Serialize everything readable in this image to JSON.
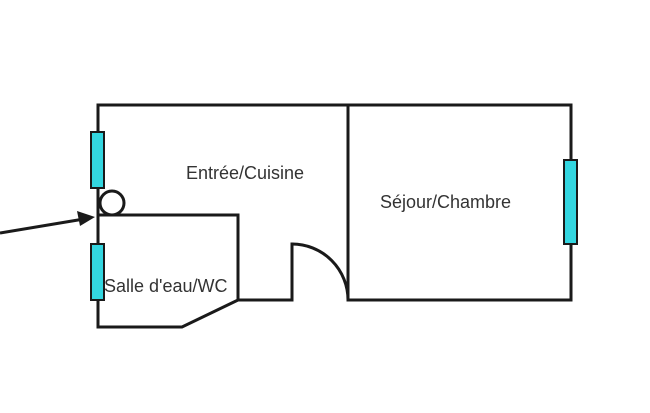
{
  "rooms": {
    "entree_cuisine": "Entrée/Cuisine",
    "sejour_chambre": "Séjour/Chambre",
    "salle_eau_wc": "Salle d'eau/WC"
  },
  "colors": {
    "wall": "#1a1a1a",
    "window": "#33d6e0",
    "label": "#333333",
    "background": "#ffffff"
  }
}
